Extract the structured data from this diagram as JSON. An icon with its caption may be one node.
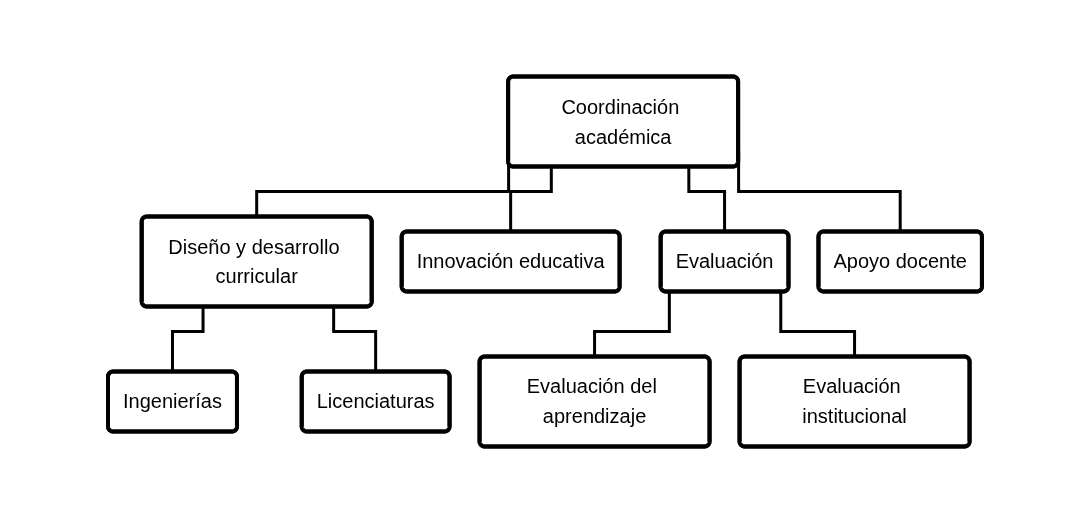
{
  "diagram": {
    "nodes": [
      {
        "text": [
          "Coordinación académica"
        ]
      },
      {
        "text": [
          "Diseño y desarrollo curricular"
        ]
      },
      {
        "text": [
          "Innovación educativa"
        ]
      },
      {
        "text": [
          "Evaluación"
        ]
      },
      {
        "text": [
          "Apoyo docente"
        ]
      },
      {
        "text": [
          "Ingenierías"
        ]
      },
      {
        "text": [
          "Licenciaturas"
        ]
      },
      {
        "text": [
          "Evaluación del aprendizaje"
        ]
      },
      {
        "text": [
          "Evaluación institucional"
        ]
      }
    ],
    "edges": [
      {
        "from": 0,
        "to": 1,
        "arrow": "none"
      },
      {
        "from": 0,
        "to": 2,
        "arrow": "none"
      },
      {
        "from": 0,
        "to": 3,
        "arrow": "none"
      },
      {
        "from": 0,
        "to": 4,
        "arrow": "none"
      },
      {
        "from": 1,
        "to": 5,
        "arrow": "none"
      },
      {
        "from": 1,
        "to": 6,
        "arrow": "none"
      },
      {
        "from": 3,
        "to": 7,
        "arrow": "none"
      },
      {
        "from": 3,
        "to": 8,
        "arrow": "none"
      }
    ]
  }
}
